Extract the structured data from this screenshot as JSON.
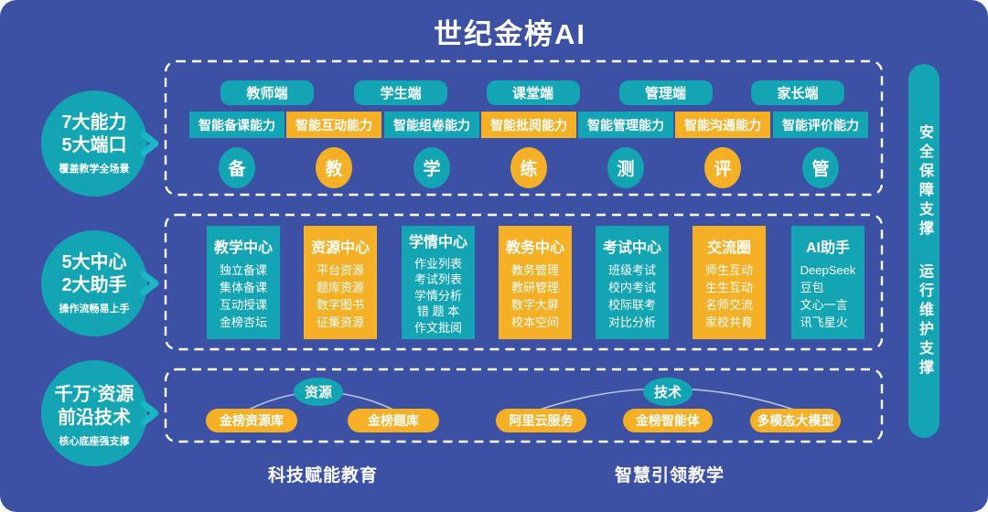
{
  "title": "世纪金榜AI",
  "colors": {
    "background": "#3C51A3",
    "teal": "#14A5B4",
    "yellow": "#F5B025",
    "arrow": "#1BB7C7",
    "text": "#FFFFFF"
  },
  "badges": [
    {
      "line1": "7大能力",
      "line2": "5大端口",
      "subtitle": "覆盖教学全场景"
    },
    {
      "line1": "5大中心",
      "line2": "2大助手",
      "subtitle": "操作流畅易上手"
    },
    {
      "line1_pre": "千万",
      "line1_sup": "+",
      "line1_post": "资源",
      "line2": "前沿技术",
      "subtitle": "核心底座强支撑"
    }
  ],
  "ports_section": {
    "ports": [
      "教师端",
      "学生端",
      "课堂端",
      "管理端",
      "家长端"
    ],
    "capabilities": [
      {
        "label": "智能备课能力",
        "color": "teal"
      },
      {
        "label": "智能互动能力",
        "color": "yellow"
      },
      {
        "label": "智能组卷能力",
        "color": "teal"
      },
      {
        "label": "智能批阅能力",
        "color": "yellow"
      },
      {
        "label": "智能管理能力",
        "color": "teal"
      },
      {
        "label": "智能沟通能力",
        "color": "yellow"
      },
      {
        "label": "智能评价能力",
        "color": "teal"
      }
    ],
    "letters": [
      {
        "label": "备",
        "color": "teal"
      },
      {
        "label": "教",
        "color": "yellow"
      },
      {
        "label": "学",
        "color": "teal"
      },
      {
        "label": "练",
        "color": "yellow"
      },
      {
        "label": "测",
        "color": "teal"
      },
      {
        "label": "评",
        "color": "yellow"
      },
      {
        "label": "管",
        "color": "teal"
      }
    ]
  },
  "centers_section": {
    "columns": [
      {
        "title": "教学中心",
        "color": "teal",
        "items": [
          "独立备课",
          "集体备课",
          "互动授课",
          "金榜杏坛"
        ]
      },
      {
        "title": "资源中心",
        "color": "yellow",
        "items": [
          "平台资源",
          "题库资源",
          "数字图书",
          "征集资源"
        ]
      },
      {
        "title": "学情中心",
        "color": "teal",
        "items": [
          "作业列表",
          "考试列表",
          "学情分析",
          "错 题 本",
          "作文批阅"
        ]
      },
      {
        "title": "教务中心",
        "color": "yellow",
        "items": [
          "教务管理",
          "教研管理",
          "数字大屏",
          "校本空间"
        ]
      },
      {
        "title": "考试中心",
        "color": "teal",
        "items": [
          "班级考试",
          "校内考试",
          "校际联考",
          "对比分析"
        ]
      },
      {
        "title": "交流圈",
        "color": "yellow",
        "items": [
          "师生互动",
          "生生互动",
          "名师交流",
          "家校共育"
        ]
      },
      {
        "title": "AI助手",
        "color": "teal",
        "items": [
          "DeepSeek",
          "豆包",
          "文心一言",
          "讯飞星火"
        ]
      }
    ]
  },
  "foundation_section": {
    "groups": [
      {
        "label": "资源",
        "pills": [
          "金榜资源库",
          "金榜题库"
        ]
      },
      {
        "label": "技术",
        "pills": [
          "阿里云服务",
          "金榜智能体",
          "多模态大模型"
        ]
      }
    ]
  },
  "footers": [
    "科技赋能教育",
    "智慧引领教学"
  ],
  "right_bar": {
    "labels": [
      "安全保障支撑",
      "运行维护支撑"
    ]
  }
}
